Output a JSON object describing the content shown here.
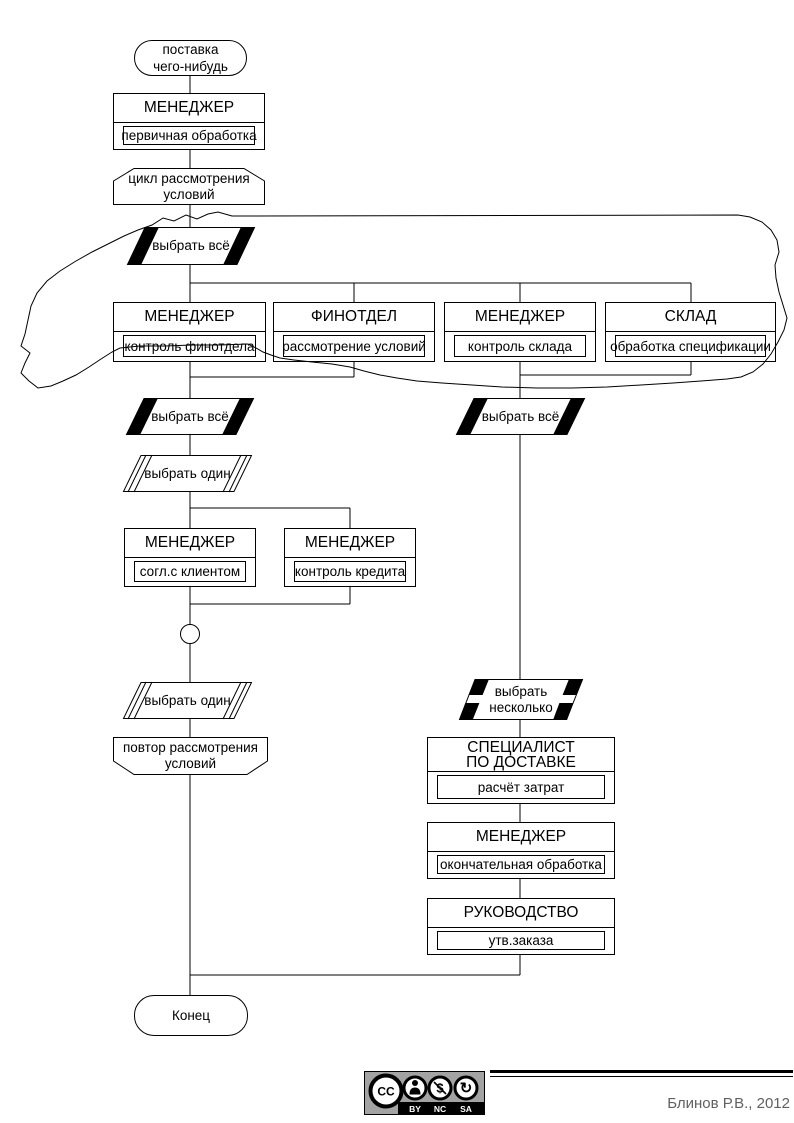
{
  "diagram": {
    "start": {
      "line1": "поставка",
      "line2": "чего-нибудь"
    },
    "primary": {
      "role": "МЕНЕДЖЕР",
      "action": "первичная обработка"
    },
    "loop_begin": {
      "line1": "цикл рассмотрения",
      "line2": "условий"
    },
    "select_all_top": "выбрать всё",
    "branch_row": [
      {
        "role": "МЕНЕДЖЕР",
        "action": "контроль финотдела"
      },
      {
        "role": "ФИНОТДЕЛ",
        "action": "рассмотрение условий"
      },
      {
        "role": "МЕНЕДЖЕР",
        "action": "контроль склада"
      },
      {
        "role": "СКЛАД",
        "action": "обработка спецификации"
      }
    ],
    "select_all_left": "выбрать всё",
    "select_all_right": "выбрать всё",
    "select_one_upper": "выбрать один",
    "client_row": [
      {
        "role": "МЕНЕДЖЕР",
        "action": "согл.с клиентом"
      },
      {
        "role": "МЕНЕДЖЕР",
        "action": "контроль кредита"
      }
    ],
    "select_one_lower": "выбрать один",
    "loop_end": {
      "line1": "повтор рассмотрения",
      "line2": "условий"
    },
    "select_many": {
      "line1": "выбрать",
      "line2": "несколько"
    },
    "delivery": {
      "role_line1": "СПЕЦИАЛИСТ",
      "role_line2": "ПО ДОСТАВКЕ",
      "action": "расчёт затрат"
    },
    "final_processing": {
      "role": "МЕНЕДЖЕР",
      "action": "окончательная обработка"
    },
    "approval": {
      "role": "РУКОВОДСТВО",
      "action": "утв.заказа"
    },
    "end": "Конец"
  },
  "footer": {
    "license": {
      "cc": "CC",
      "by": "BY",
      "nc": "NC",
      "sa": "SA",
      "nc_symbol": "$",
      "sa_symbol": "↻"
    },
    "author": "Блинов Р.В., 2012"
  }
}
